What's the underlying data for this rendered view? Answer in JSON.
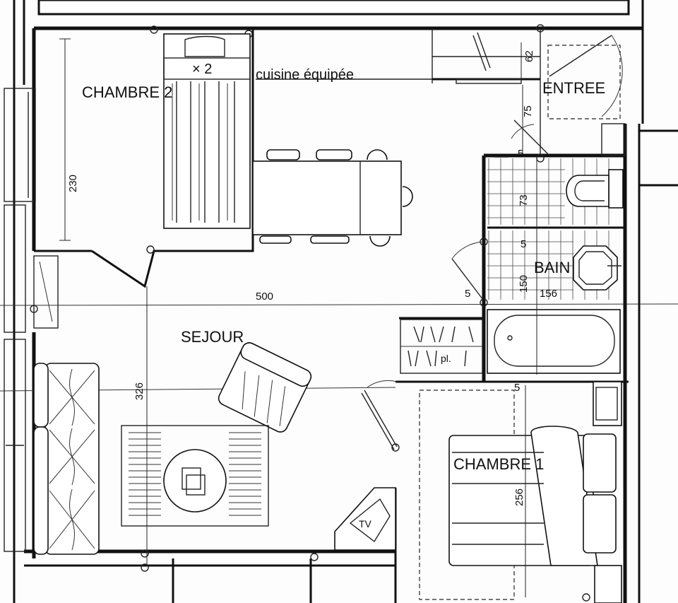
{
  "rooms": {
    "chambre2": "CHAMBRE 2",
    "cuisine": "cuisine équipée",
    "entree": "ENTREE",
    "bain": "BAIN",
    "sejour": "SEJOUR",
    "chambre1": "CHAMBRE 1"
  },
  "labels": {
    "bed_count": "× 2",
    "placard": "pl.",
    "tv": "TV"
  },
  "dimensions": {
    "chambre2_depth": "230",
    "sejour_width": "500",
    "sejour_depth": "326",
    "entree_closet": "62",
    "entree_passage": "75",
    "wc_depth": "73",
    "bain_depth": "150",
    "bain_width": "156",
    "chambre1_depth": "256",
    "mark_a": "5",
    "mark_b": "5",
    "mark_c": "5",
    "mark_d": "5"
  }
}
